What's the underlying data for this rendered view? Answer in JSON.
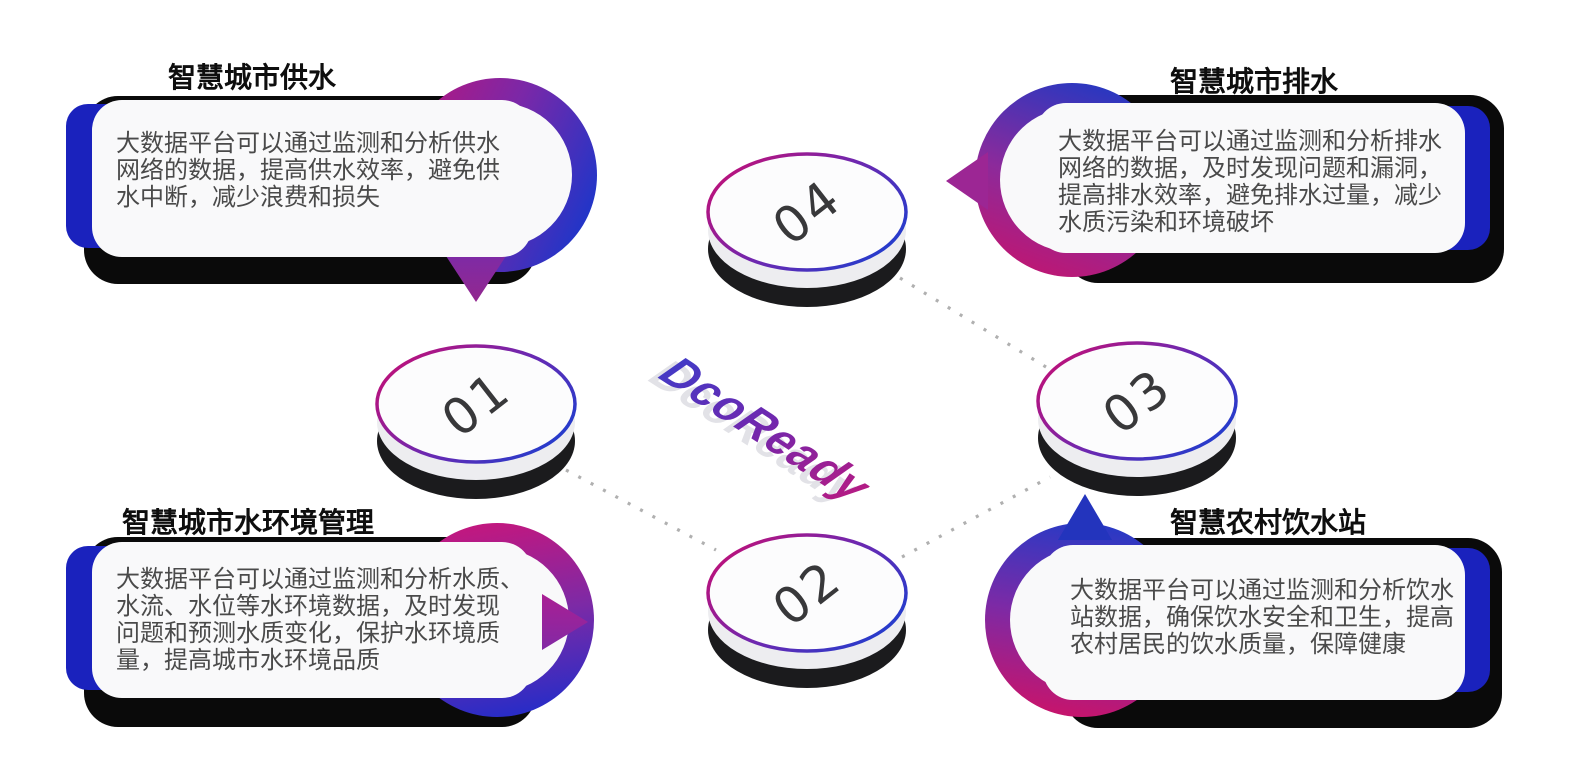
{
  "logo": {
    "text": "DcoReady"
  },
  "steps": [
    {
      "number": "01"
    },
    {
      "number": "02"
    },
    {
      "number": "03"
    },
    {
      "number": "04"
    }
  ],
  "cards": [
    {
      "id": "city-water-supply",
      "title": "智慧城市供水",
      "body": [
        "大数据平台可以通过监测和分析供水",
        "网络的数据，提高供水效率，避免供",
        "水中断，减少浪费和损失"
      ]
    },
    {
      "id": "city-drainage",
      "title": "智慧城市排水",
      "body": [
        "大数据平台可以通过监测和分析排水",
        "网络的数据，及时发现问题和漏洞，",
        "提高排水效率，避免排水过量，减少",
        "水质污染和环境破坏"
      ]
    },
    {
      "id": "city-water-environment",
      "title": "智慧城市水环境管理",
      "body": [
        "大数据平台可以通过监测和分析水质、",
        "水流、水位等水环境数据，及时发现",
        "问题和预测水质变化，保护水环境质",
        "量，提高城市水环境品质"
      ]
    },
    {
      "id": "rural-drinking-water-station",
      "title": "智慧农村饮水站",
      "body": [
        "大数据平台可以通过监测和分析饮水",
        "站数据，确保饮水安全和卫生，提高",
        "农村居民的饮水质量，保障健康"
      ]
    }
  ],
  "colors": {
    "accent_blue": "#1a22bd",
    "ring_magenta": "#c01078",
    "ring_purple": "#6d28b0",
    "ring_blue": "#1d3ecf",
    "shadow_black": "#0a0a0a",
    "card_background": "#f9f9fa",
    "body_text": "#4a4a4a",
    "number_text": "#38383a",
    "dotted_line": "#b0b0b0"
  }
}
